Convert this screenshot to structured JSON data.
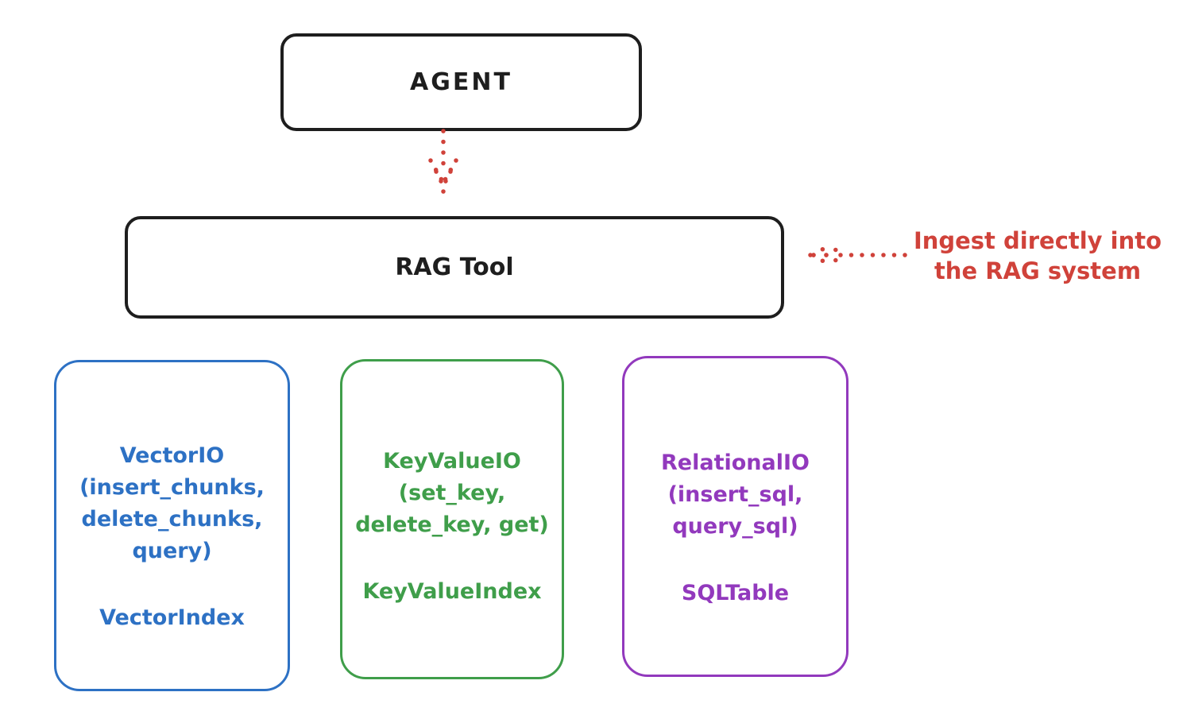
{
  "diagram": {
    "agent": {
      "label": "AGENT"
    },
    "rag_tool": {
      "label": "RAG Tool"
    },
    "annotation": {
      "line1": "Ingest directly into",
      "line2": "the RAG system"
    },
    "cards": [
      {
        "name": "vector-io",
        "accent": "#2d71c4",
        "lines": [
          "VectorIO",
          "(insert_chunks,",
          "delete_chunks,",
          "query)"
        ],
        "footer": "VectorIndex"
      },
      {
        "name": "key-value-io",
        "accent": "#3f9e4a",
        "lines": [
          "KeyValueIO",
          "(set_key,",
          "delete_key, get)"
        ],
        "footer": "KeyValueIndex"
      },
      {
        "name": "relational-io",
        "accent": "#9239bd",
        "lines": [
          "RelationalIO",
          "(insert_sql,",
          "query_sql)"
        ],
        "footer": "SQLTable"
      }
    ],
    "colors": {
      "stroke": "#1e1e1e",
      "red": "#d0423a"
    }
  }
}
